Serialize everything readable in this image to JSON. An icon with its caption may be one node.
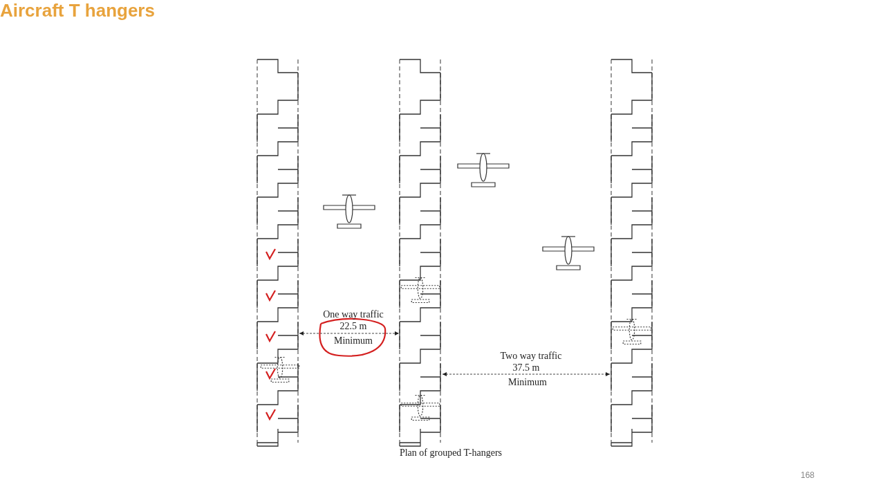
{
  "diagram": {
    "title": "Aircraft T hangers",
    "caption": "Plan of grouped T-hangers",
    "labels": [
      "One way traffic",
      "22.5 m",
      "Minimum",
      "Two way traffic",
      "37.5 m",
      "Minimum",
      "168"
    ]
  }
}
